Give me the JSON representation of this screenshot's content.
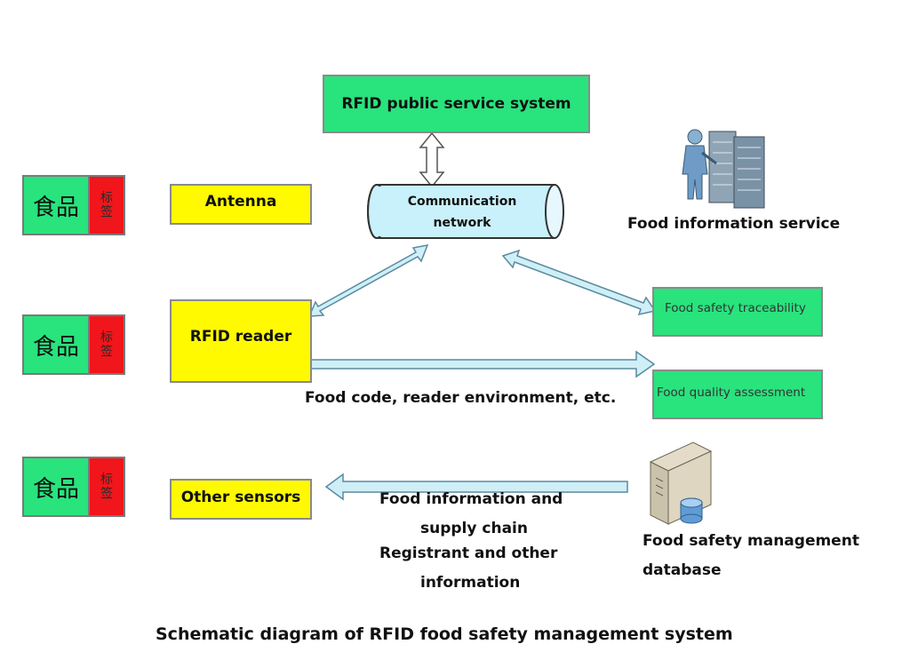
{
  "public_service": "RFID public service system",
  "comm_network": "Communication network",
  "antenna": "Antenna",
  "rfid_reader": "RFID reader",
  "other_sensors": "Other sensors",
  "food_info_service": "Food information service",
  "traceability": "Food safety traceability",
  "quality_assessment": "Food quality assessment",
  "food_code_label": "Food code, reader environment, etc.",
  "food_info_line1": "Food information and",
  "food_info_line2": "supply chain",
  "registrant_line1": "Registrant and other",
  "registrant_line2": "information",
  "database_line1": "Food safety management",
  "database_line2": "database",
  "caption": "Schematic diagram of RFID food safety management system",
  "food_tags": [
    {
      "food": "食品",
      "tag": "标签"
    },
    {
      "food": "食品",
      "tag": "标签"
    },
    {
      "food": "食品",
      "tag": "标签"
    }
  ],
  "colors": {
    "green": "#29e37d",
    "yellow": "#fffa00",
    "red": "#f0161b",
    "arrow_fill": "#cfeff7",
    "arrow_stroke": "#5a8aa0"
  }
}
